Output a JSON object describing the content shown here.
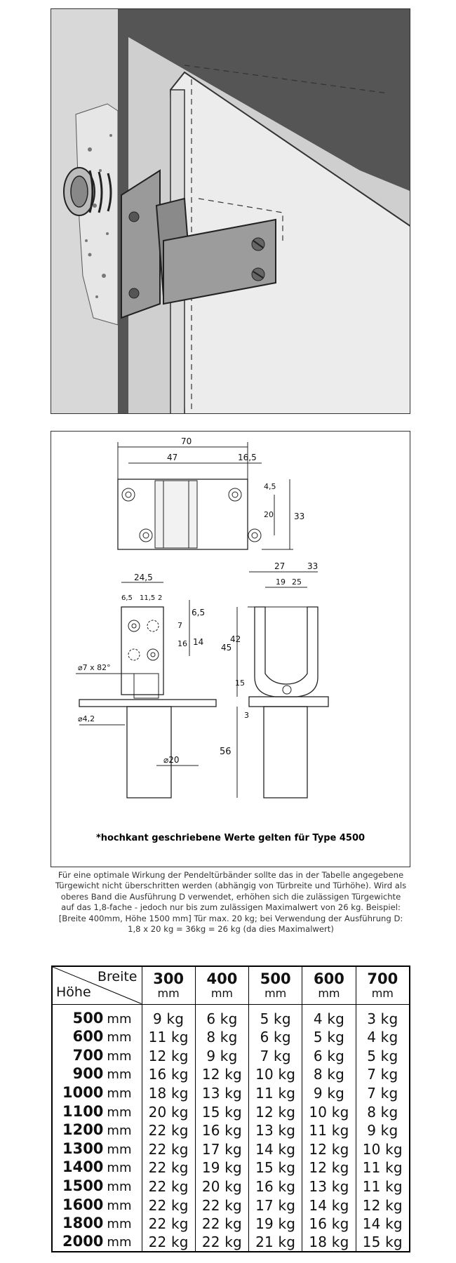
{
  "drawing": {
    "dim_width_total": "70",
    "dim_bolt_spacing": "47",
    "dim_offset": "16,5",
    "dim_hole_top": "4,5",
    "dim_hole_span": "20",
    "dim_height": "33",
    "dim_side_width": "24,5",
    "dim_side_a": "6,5",
    "dim_side_b": "11,5",
    "dim_side_c": "2",
    "dim_side_top": "6,5",
    "dim_side_hole": "7",
    "dim_side_16": "16",
    "dim_side_14": "14",
    "dim_bore": "⌀7 x 82°",
    "dim_plate": "⌀4,2",
    "dim_pin": "⌀20",
    "dim_front_width": "27",
    "dim_front_33": "33",
    "dim_front_19": "19",
    "dim_front_25": "25",
    "dim_front_45": "45",
    "dim_front_42": "42",
    "dim_front_15": "15",
    "dim_front_3": "3",
    "dim_front_56": "56"
  },
  "drawing_note": "*hochkant geschriebene Werte gelten für Type 4500",
  "description": "Für eine optimale Wirkung der Pendeltürbänder sollte das in der Tabelle angegebene Türgewicht nicht überschritten werden (abhängig von Türbreite und Türhöhe). Wird als oberes Band die Ausführung D verwendet, erhöhen sich die zulässigen Türgewichte auf das 1,8-fache - jedoch nur bis zum zulässigen Maximalwert von 26 kg. Beispiel: [Breite 400mm, Höhe 1500 mm] Tür max. 20 kg; bei Verwendung der Ausführung D: 1,8 x 20 kg = 36kg = 26 kg (da dies Maximalwert)",
  "table": {
    "corner_top": "Breite",
    "corner_bottom": "Höhe",
    "columns": [
      {
        "value": "300",
        "unit": "mm"
      },
      {
        "value": "400",
        "unit": "mm"
      },
      {
        "value": "500",
        "unit": "mm"
      },
      {
        "value": "600",
        "unit": "mm"
      },
      {
        "value": "700",
        "unit": "mm"
      }
    ],
    "rows": [
      {
        "height": "500",
        "unit": "mm",
        "values": [
          "9 kg",
          "6 kg",
          "5 kg",
          "4 kg",
          "3 kg"
        ]
      },
      {
        "height": "600",
        "unit": "mm",
        "values": [
          "11 kg",
          "8 kg",
          "6 kg",
          "5 kg",
          "4 kg"
        ]
      },
      {
        "height": "700",
        "unit": "mm",
        "values": [
          "12 kg",
          "9 kg",
          "7 kg",
          "6 kg",
          "5 kg"
        ]
      },
      {
        "height": "900",
        "unit": "mm",
        "values": [
          "16 kg",
          "12 kg",
          "10 kg",
          "8 kg",
          "7 kg"
        ]
      },
      {
        "height": "1000",
        "unit": "mm",
        "values": [
          "18 kg",
          "13 kg",
          "11 kg",
          "9 kg",
          "7 kg"
        ]
      },
      {
        "height": "1100",
        "unit": "mm",
        "values": [
          "20 kg",
          "15 kg",
          "12 kg",
          "10 kg",
          "8 kg"
        ]
      },
      {
        "height": "1200",
        "unit": "mm",
        "values": [
          "22 kg",
          "16 kg",
          "13 kg",
          "11 kg",
          "9 kg"
        ]
      },
      {
        "height": "1300",
        "unit": "mm",
        "values": [
          "22 kg",
          "17 kg",
          "14 kg",
          "12 kg",
          "10 kg"
        ]
      },
      {
        "height": "1400",
        "unit": "mm",
        "values": [
          "22 kg",
          "19 kg",
          "15 kg",
          "12 kg",
          "11 kg"
        ]
      },
      {
        "height": "1500",
        "unit": "mm",
        "values": [
          "22 kg",
          "20 kg",
          "16 kg",
          "13 kg",
          "11 kg"
        ]
      },
      {
        "height": "1600",
        "unit": "mm",
        "values": [
          "22 kg",
          "22 kg",
          "17 kg",
          "14 kg",
          "12 kg"
        ]
      },
      {
        "height": "1800",
        "unit": "mm",
        "values": [
          "22 kg",
          "22 kg",
          "19 kg",
          "16 kg",
          "14 kg"
        ]
      },
      {
        "height": "2000",
        "unit": "mm",
        "values": [
          "22 kg",
          "22 kg",
          "21 kg",
          "18 kg",
          "15 kg"
        ]
      }
    ]
  }
}
